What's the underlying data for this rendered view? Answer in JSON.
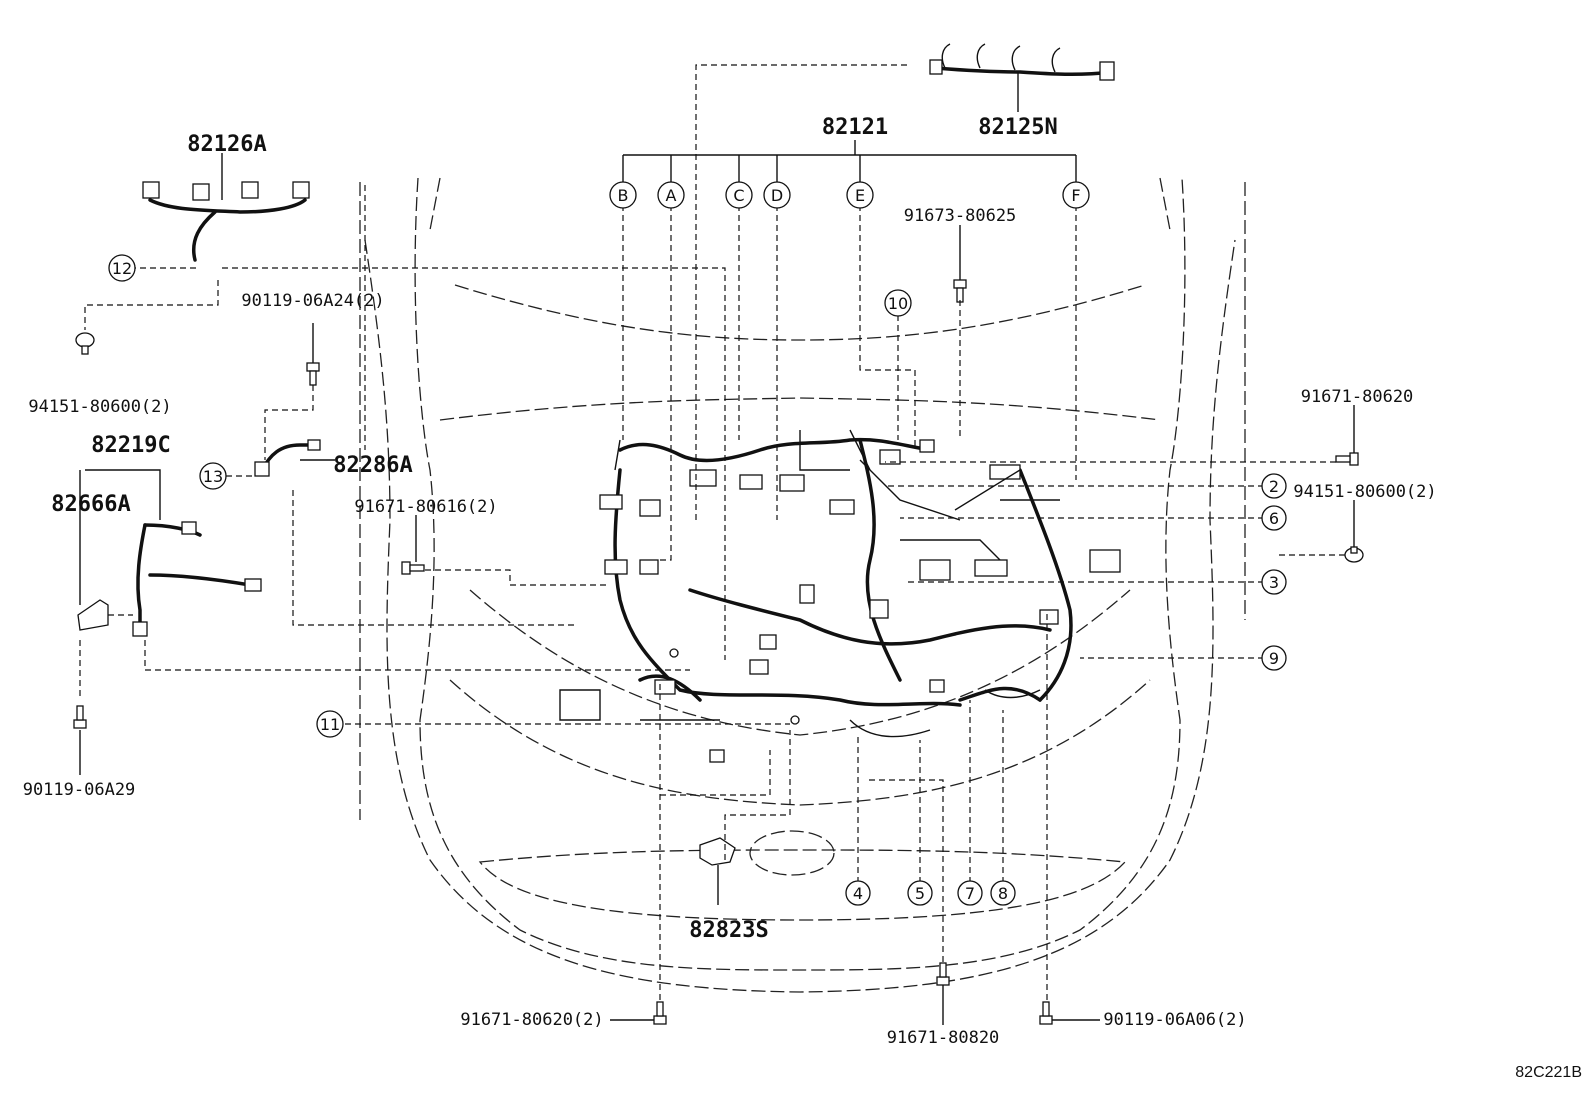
{
  "parts": {
    "p82121": "82121",
    "p82125N": "82125N",
    "p82126A": "82126A",
    "p82219C": "82219C",
    "p82666A": "82666A",
    "p82286A": "82286A",
    "p82823S": "82823S",
    "p90119_06A24": "90119-06A24(2)",
    "p94151_left": "94151-80600(2)",
    "p94151_right": "94151-80600(2)",
    "p91673": "91673-80625",
    "p91671_80620": "91671-80620",
    "p91671_80616": "91671-80616(2)",
    "p90119_06A29": "90119-06A29",
    "p91671_80620_2": "91671-80620(2)",
    "p91671_80820": "91671-80820",
    "p90119_06A06": "90119-06A06(2)"
  },
  "letters": {
    "A": "A",
    "B": "B",
    "C": "C",
    "D": "D",
    "E": "E",
    "F": "F"
  },
  "callouts": {
    "c2": "2",
    "c3": "3",
    "c4": "4",
    "c5": "5",
    "c6": "6",
    "c7": "7",
    "c8": "8",
    "c9": "9",
    "c10": "10",
    "c11": "11",
    "c12": "12",
    "c13": "13"
  },
  "figure_code": "82C221B",
  "icons": [
    "bolt-icon",
    "clip-icon",
    "harness-icon",
    "connector-icon",
    "bracket-icon",
    "sensor-icon"
  ]
}
